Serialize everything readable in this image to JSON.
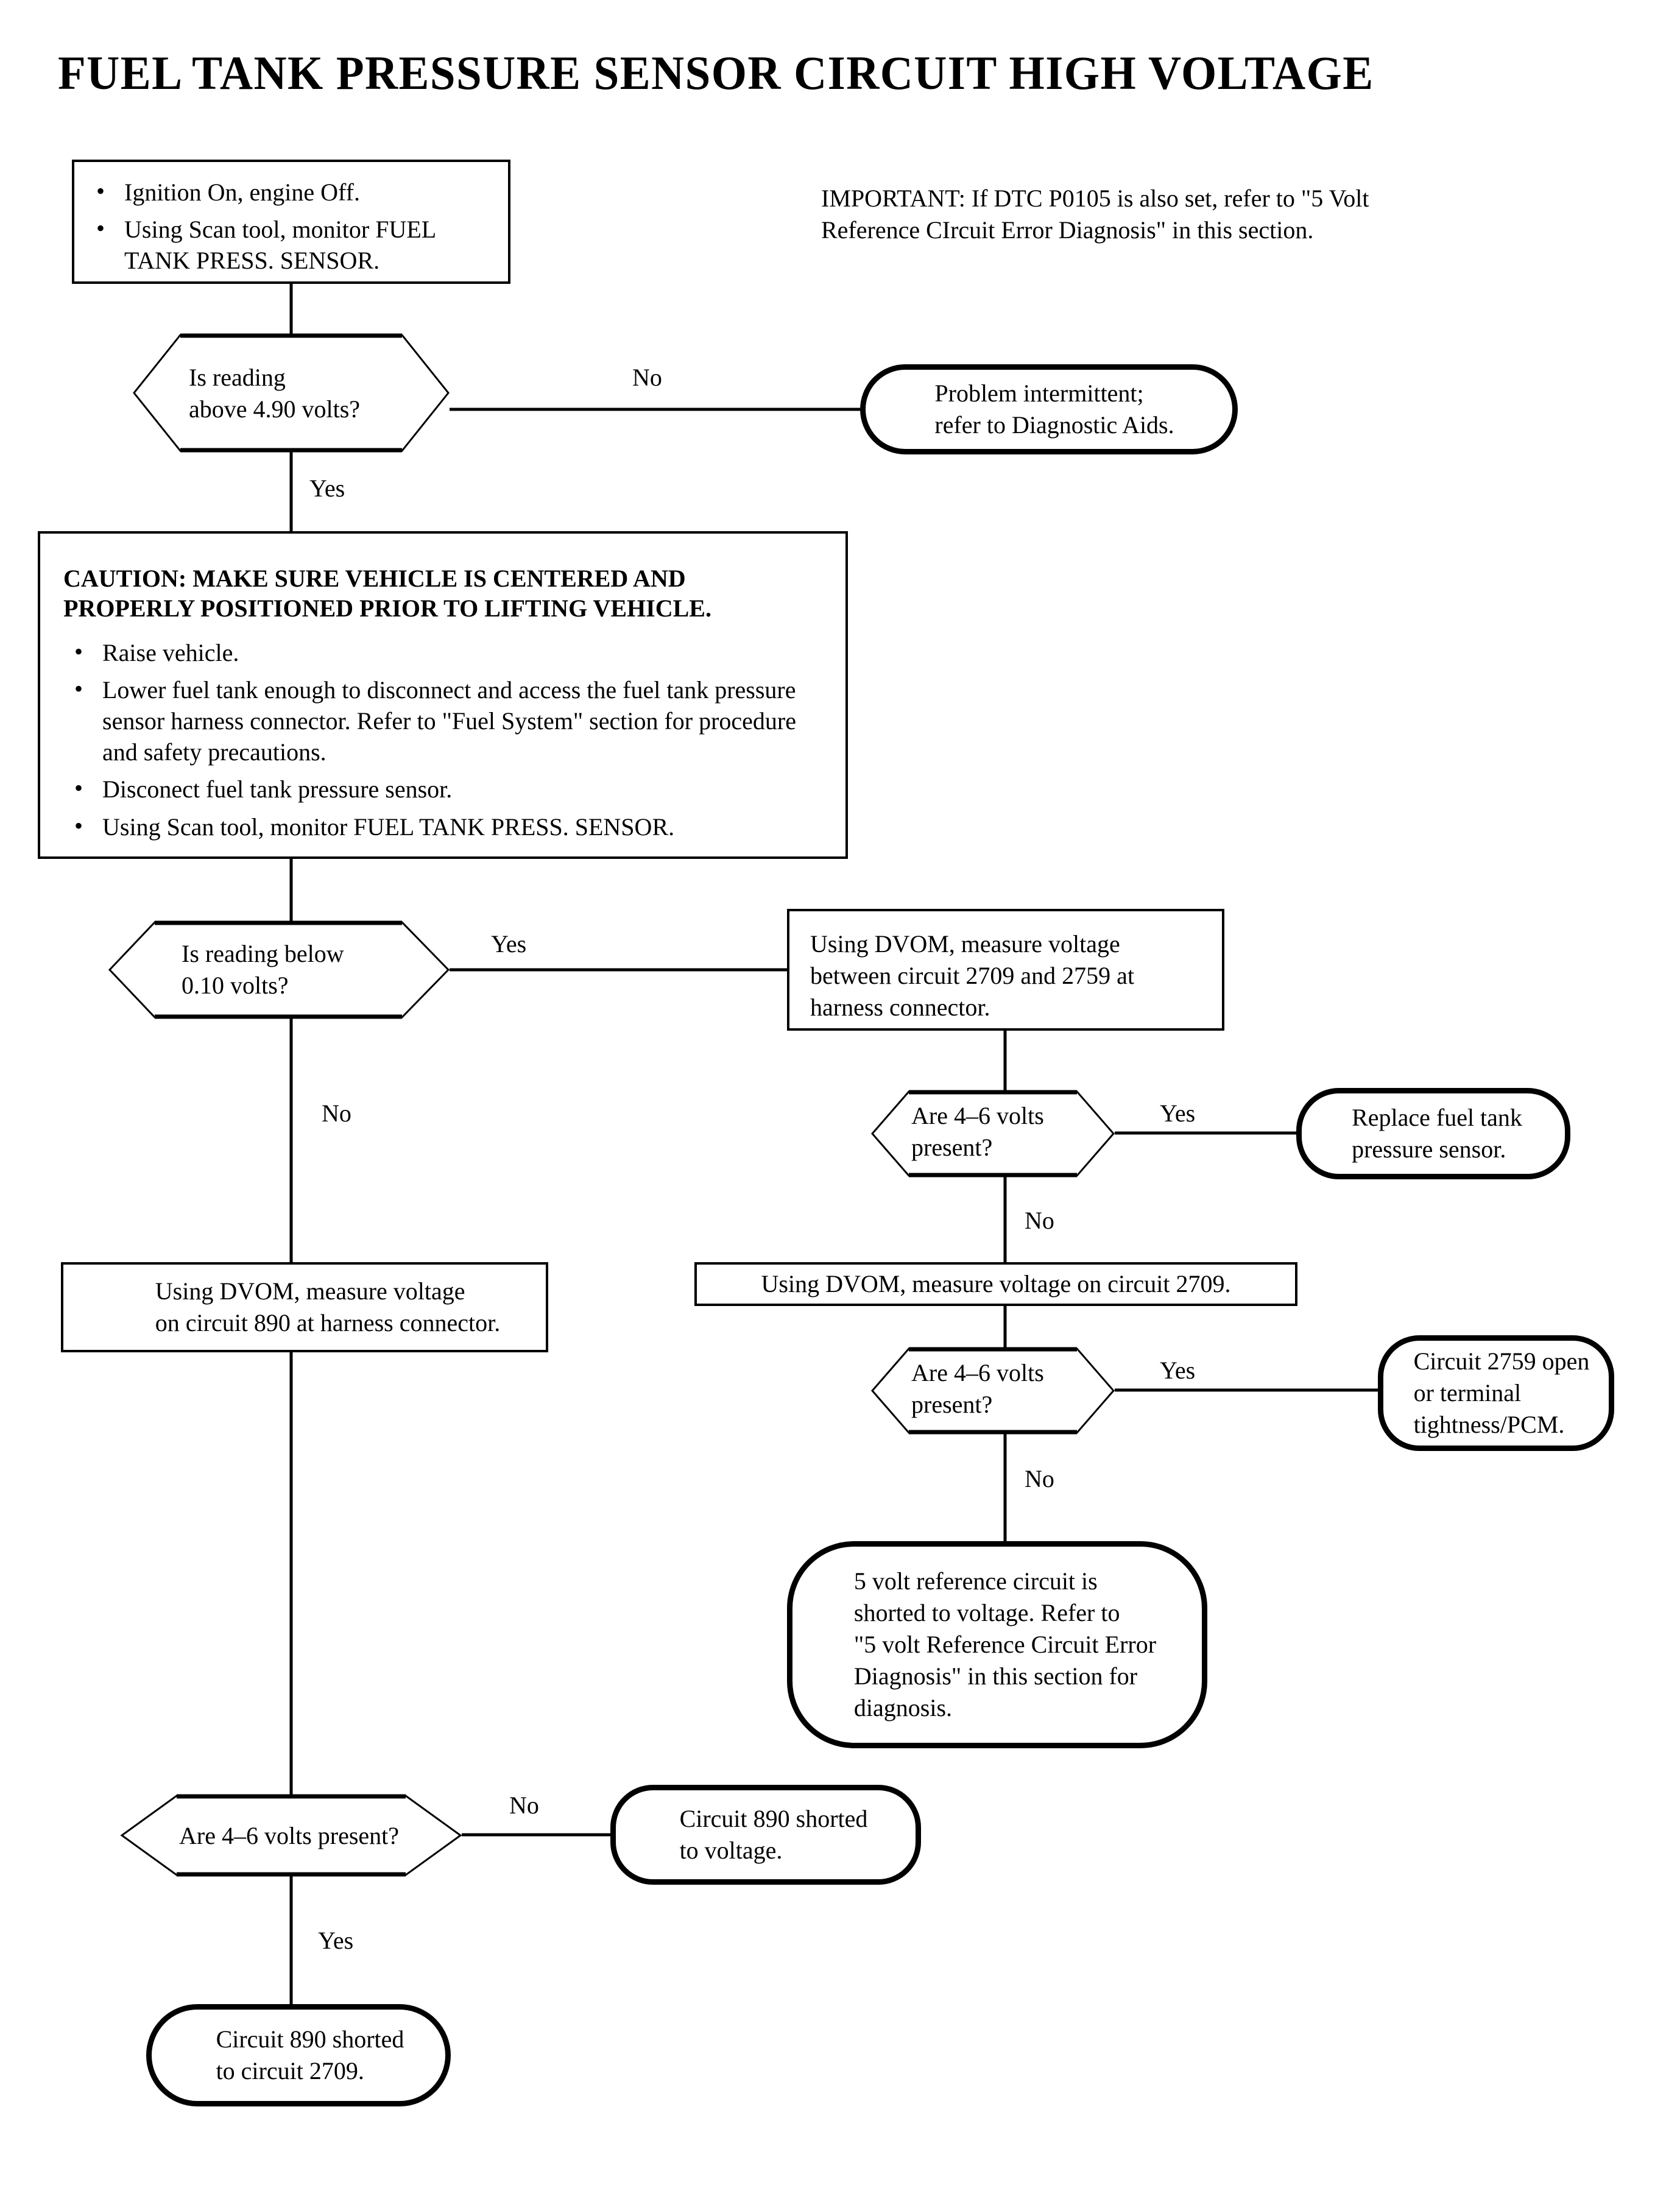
{
  "title": "FUEL TANK PRESSURE SENSOR CIRCUIT HIGH VOLTAGE",
  "important": {
    "label": "IMPORTANT:",
    "text": " If DTC P0105 is also set, refer to \"5 Volt Reference CIrcuit Error Diagnosis\" in this section."
  },
  "nodes": {
    "start": {
      "type": "process",
      "bullets": [
        "Ignition On, engine Off.",
        "Using Scan tool, monitor FUEL TANK PRESS. SENSOR."
      ]
    },
    "d1": {
      "type": "decision",
      "line1": "Is reading",
      "line2": "above 4.90 volts?"
    },
    "intermittent": {
      "type": "terminator",
      "line1": "Problem intermittent;",
      "line2": "refer to Diagnostic Aids."
    },
    "caution": {
      "type": "process",
      "heading1": "CAUTION: MAKE SURE VEHICLE IS CENTERED AND",
      "heading2": "PROPERLY POSITIONED PRIOR TO LIFTING VEHICLE.",
      "bullets": [
        "Raise vehicle.",
        "Lower fuel tank enough to disconnect and access the fuel tank pressure sensor harness connector. Refer to \"Fuel System\" section for procedure and safety precautions.",
        "Disconect fuel tank pressure sensor.",
        "Using Scan tool, monitor FUEL TANK PRESS. SENSOR."
      ]
    },
    "d2": {
      "type": "decision",
      "line1": "Is reading below",
      "line2": "0.10 volts?"
    },
    "dvom2709_2759": {
      "type": "process",
      "line1": "Using DVOM, measure voltage",
      "line2": "between circuit 2709 and 2759 at",
      "line3": "harness connector."
    },
    "d3": {
      "type": "decision",
      "line1": "Are 4–6 volts",
      "line2": "present?"
    },
    "replace_sensor": {
      "type": "terminator",
      "line1": "Replace fuel tank",
      "line2": "pressure sensor."
    },
    "dvom2709": {
      "type": "process",
      "line1": "Using DVOM, measure voltage on circuit 2709."
    },
    "d4": {
      "type": "decision",
      "line1": "Are 4–6 volts",
      "line2": "present?"
    },
    "open2759": {
      "type": "terminator",
      "line1": "Circuit 2759 open",
      "line2": "or terminal",
      "line3": "tightness/PCM."
    },
    "fivevolt": {
      "type": "terminator",
      "line1": "5 volt reference circuit is",
      "line2": "shorted to voltage. Refer to",
      "line3": "\"5 volt Reference Circuit Error",
      "line4": "Diagnosis\" in this section for",
      "line5": "diagnosis."
    },
    "dvom890": {
      "type": "process",
      "line1": "Using DVOM, measure voltage",
      "line2": "on circuit 890 at harness connector."
    },
    "d5": {
      "type": "decision",
      "line1": "Are 4–6 volts present?"
    },
    "short890_volt": {
      "type": "terminator",
      "line1": "Circuit 890 shorted",
      "line2": "to voltage."
    },
    "short890_2709": {
      "type": "terminator",
      "line1": "Circuit 890 shorted",
      "line2": "to circuit 2709."
    }
  },
  "edge_labels": {
    "d1_no": "No",
    "d1_yes": "Yes",
    "d2_yes": "Yes",
    "d2_no": "No",
    "d3_yes": "Yes",
    "d3_no": "No",
    "d4_yes": "Yes",
    "d4_no": "No",
    "d5_no": "No",
    "d5_yes": "Yes"
  },
  "colors": {
    "ink": "#000000",
    "paper": "#ffffff"
  }
}
